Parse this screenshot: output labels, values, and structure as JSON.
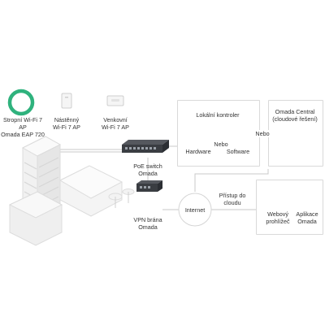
{
  "access_points": {
    "ceiling": {
      "line1": "Stropní Wi-Fi 7",
      "line2": "AP",
      "line3": "Omada EAP 720"
    },
    "wall": {
      "line1": "Nástěnný",
      "line2": "Wi-Fi 7 AP"
    },
    "outdoor": {
      "line1": "Venkovní",
      "line2": "Wi-Fi 7 AP"
    }
  },
  "local_controller": {
    "title": "Lokální kontroler",
    "hardware": "Hardware",
    "or": "Nebo",
    "software": "Software"
  },
  "or_between": "Nebo",
  "cloud": {
    "line1": "Omada Central",
    "line2": "(cloudové řešení)"
  },
  "poe_switch": {
    "line1": "PoE switch",
    "line2": "Omada"
  },
  "vpn_gateway": {
    "line1": "VPN brána",
    "line2": "Omada"
  },
  "internet": "Internet",
  "cloud_access": {
    "line1": "Přístup do",
    "line2": "cloudu"
  },
  "web_browser": {
    "line1": "Webový",
    "line2": "prohlížeč"
  },
  "app": {
    "line1": "Aplikace",
    "line2": "Omada"
  },
  "colors": {
    "accent_green": "#2fb27d",
    "line_gray": "#c8c8c8",
    "device_dark": "#3a3d42"
  }
}
